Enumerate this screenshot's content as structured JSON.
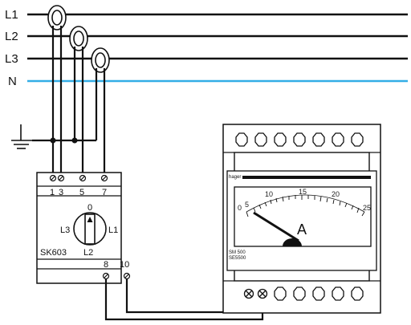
{
  "lines": {
    "l1": "L1",
    "l2": "L2",
    "l3": "L3",
    "n": "N"
  },
  "switch": {
    "terminals": [
      "1",
      "3",
      "5",
      "7"
    ],
    "dial_top": "0",
    "dial_left": "L3",
    "dial_right": "L1",
    "dial_bottom": "L2",
    "model": "SK603",
    "out_terminals": [
      "8",
      "10"
    ]
  },
  "meter": {
    "brand": "hager",
    "scale": [
      "0",
      "5",
      "10",
      "15",
      "20",
      "25"
    ],
    "unit": "A",
    "model_line1": "SM 500",
    "model_line2": "SE5500"
  },
  "colors": {
    "neutral": "#33aee6",
    "wire": "#111111"
  }
}
